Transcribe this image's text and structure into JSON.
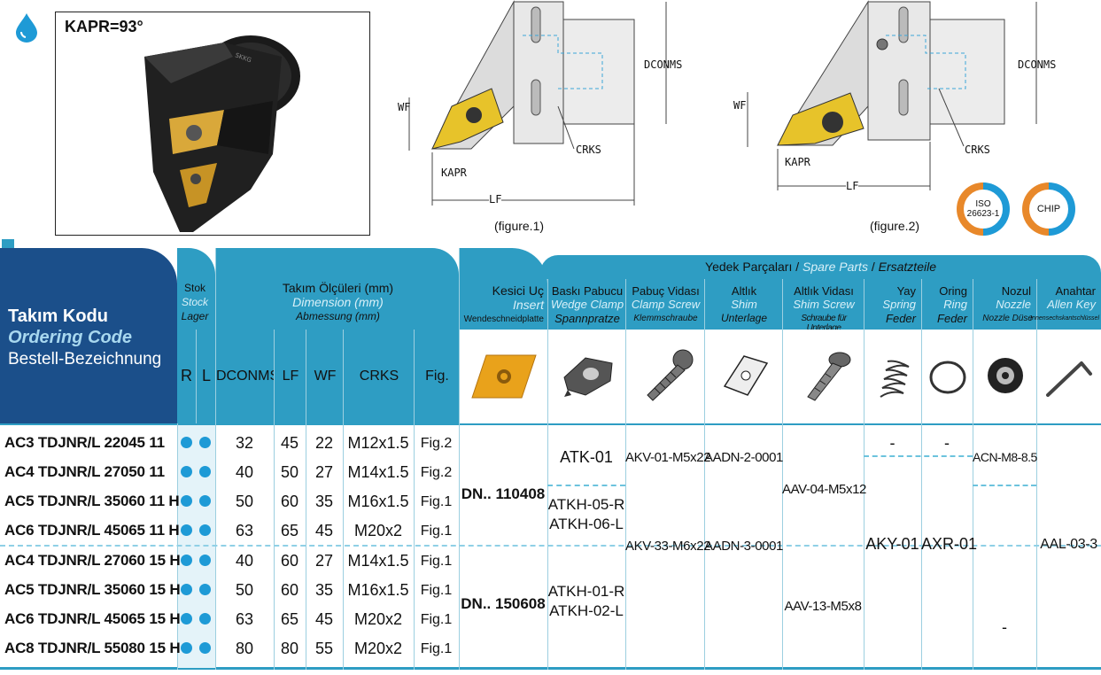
{
  "header": {
    "kapr_title": "KAPR=93°",
    "product_marking": "SKKG",
    "figure1_caption": "(figure.1)",
    "figure2_caption": "(figure.2)",
    "dims": {
      "dconms": "DCONMS",
      "wf": "WF",
      "crks": "CRKS",
      "kapr": "KAPR",
      "lf": "LF"
    },
    "badges": {
      "iso_top": "ISO",
      "iso_bottom": "26623-1",
      "chip": "CHIP"
    }
  },
  "table": {
    "code_head": {
      "tr": "Takım Kodu",
      "en": "Ordering Code",
      "de": "Bestell-Bezeichnung"
    },
    "stock_head": {
      "tr": "Stok",
      "en": "Stock",
      "de": "Lager",
      "r": "R",
      "l": "L"
    },
    "dims_head": {
      "tr": "Takım Ölçüleri (mm)",
      "en": "Dimension (mm)",
      "de": "Abmessung (mm)"
    },
    "dim_cols": [
      "DCONMS",
      "LF",
      "WF",
      "CRKS",
      "Fig."
    ],
    "insert_head": {
      "tr": "Kesici Uç",
      "en": "Insert",
      "de": "Wendeschneidplatte"
    },
    "spare_head": {
      "tr": "Yedek Parçaları",
      "sep1": "/",
      "en": "Spare Parts",
      "sep2": "/",
      "de": "Ersatzteile"
    },
    "spare_cols": [
      {
        "tr": "Baskı Pabucu",
        "en": "Wedge Clamp",
        "de": "Spannpratze"
      },
      {
        "tr": "Pabuç Vidası",
        "en": "Clamp Screw",
        "de": "Klemmschraube"
      },
      {
        "tr": "Altlık",
        "en": "Shim",
        "de": "Unterlage"
      },
      {
        "tr": "Altlık Vidası",
        "en": "Shim Screw",
        "de": "Schraube für Unterlage"
      },
      {
        "tr": "Yay",
        "en": "Spring",
        "de": "Feder"
      },
      {
        "tr": "Oring",
        "en": "Ring",
        "de": "Feder"
      },
      {
        "tr": "Nozul",
        "en": "Nozzle",
        "de": "Nozzle Düse"
      },
      {
        "tr": "Anahtar",
        "en": "Allen Key",
        "de": "Innensechskantschlüssel"
      }
    ],
    "rows": [
      {
        "code": "AC3 TDJNR/L 22045 11",
        "dconms": "32",
        "lf": "45",
        "wf": "22",
        "crks": "M12x1.5",
        "fig": "Fig.2"
      },
      {
        "code": "AC4 TDJNR/L 27050 11",
        "dconms": "40",
        "lf": "50",
        "wf": "27",
        "crks": "M14x1.5",
        "fig": "Fig.2"
      },
      {
        "code": "AC5 TDJNR/L 35060 11 H",
        "dconms": "50",
        "lf": "60",
        "wf": "35",
        "crks": "M16x1.5",
        "fig": "Fig.1"
      },
      {
        "code": "AC6 TDJNR/L 45065 11 H",
        "dconms": "63",
        "lf": "65",
        "wf": "45",
        "crks": "M20x2",
        "fig": "Fig.1"
      },
      {
        "code": "AC4 TDJNR/L 27060 15 H",
        "dconms": "40",
        "lf": "60",
        "wf": "27",
        "crks": "M14x1.5",
        "fig": "Fig.1"
      },
      {
        "code": "AC5 TDJNR/L 35060 15 H",
        "dconms": "50",
        "lf": "60",
        "wf": "35",
        "crks": "M16x1.5",
        "fig": "Fig.1"
      },
      {
        "code": "AC6 TDJNR/L 45065 15 H",
        "dconms": "63",
        "lf": "65",
        "wf": "45",
        "crks": "M20x2",
        "fig": "Fig.1"
      },
      {
        "code": "AC8 TDJNR/L 55080 15 H",
        "dconms": "80",
        "lf": "80",
        "wf": "55",
        "crks": "M20x2",
        "fig": "Fig.1"
      }
    ],
    "spares": {
      "insert_11": "DN.. 110408",
      "insert_15": "DN.. 150608",
      "clamp_a": "ATK-01",
      "clamp_b1": "ATKH-05-R",
      "clamp_b2": "ATKH-06-L",
      "clamp_c1": "ATKH-01-R",
      "clamp_c2": "ATKH-02-L",
      "screw_a": "AKV-01-M5x22",
      "screw_b": "AKV-33-M6x22",
      "shim_a": "AADN-2-0001",
      "shim_b": "AADN-3-0001",
      "shimscrew_a": "AAV-04-M5x12",
      "shimscrew_b": "AAV-13-M5x8",
      "spring_dash": "-",
      "spring": "AKY-01",
      "ring_dash": "-",
      "ring": "AXR-01",
      "nozzle": "ACN-M8-8.5",
      "nozzle_dash": "-",
      "key": "AAL-03-3"
    }
  },
  "colors": {
    "band": "#2e9dc3",
    "navy": "#1b4f8a",
    "dot": "#1e9ad6",
    "insert": "#e9a21b"
  }
}
